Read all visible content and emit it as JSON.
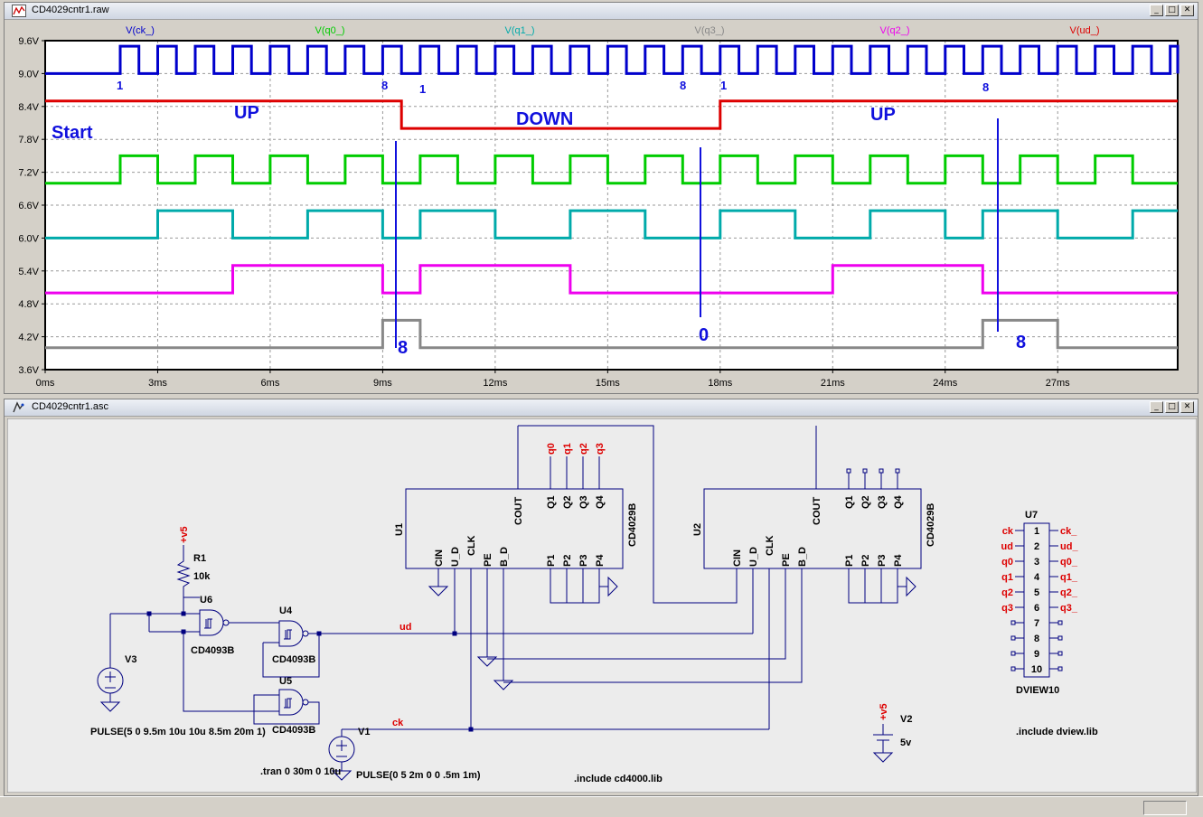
{
  "waveform_window": {
    "title": "CD4029cntr1.raw",
    "buttons": {
      "minimize": "_",
      "maximize": "□",
      "close": "✕"
    },
    "traces": [
      {
        "label": "V(ck_)",
        "color": "#0000cc"
      },
      {
        "label": "V(q0_)",
        "color": "#00cc00"
      },
      {
        "label": "V(q1_)",
        "color": "#00aaaa"
      },
      {
        "label": "V(q3_)",
        "color": "#888888"
      },
      {
        "label": "V(q2_)",
        "color": "#ee00ee"
      },
      {
        "label": "V(ud_)",
        "color": "#dd0000"
      }
    ],
    "y_ticks": [
      "9.6V",
      "9.0V",
      "8.4V",
      "7.8V",
      "7.2V",
      "6.6V",
      "6.0V",
      "5.4V",
      "4.8V",
      "4.2V",
      "3.6V"
    ],
    "x_ticks": [
      "0ms",
      "3ms",
      "6ms",
      "9ms",
      "12ms",
      "15ms",
      "18ms",
      "21ms",
      "24ms",
      "27ms"
    ],
    "annotations": {
      "start": "Start",
      "up1": "UP",
      "down": "DOWN",
      "up2": "UP",
      "count_8a": "8",
      "count_0": "0",
      "count_8b": "8",
      "clk_1a": "1",
      "clk_8a": "8",
      "clk_1b": "1",
      "clk_8b": "8",
      "clk_1c": "1",
      "clk_8c": "8"
    }
  },
  "chart_data": {
    "type": "line",
    "xlabel": "",
    "ylabel": "",
    "x_unit": "ms",
    "xlim": [
      0,
      30.2
    ],
    "ylim": [
      3.6,
      9.6
    ],
    "grid": true,
    "series": [
      {
        "name": "V(ck_)",
        "color": "#0000cc",
        "low": 9.0,
        "high": 9.5,
        "pulse": {
          "delay_ms": 2,
          "width_ms": 0.5,
          "period_ms": 1
        }
      },
      {
        "name": "V(ud_)",
        "color": "#dd0000",
        "low": 8.0,
        "high": 8.5,
        "transitions_ms": [
          [
            0,
            8.5
          ],
          [
            9.5,
            8.0
          ],
          [
            18.0,
            8.5
          ]
        ]
      },
      {
        "name": "V(q0_)",
        "color": "#00cc00",
        "low": 7.0,
        "high": 7.5,
        "transitions_ms": [
          [
            0,
            7.0
          ],
          [
            2,
            7.5
          ],
          [
            3,
            7.0
          ],
          [
            4,
            7.5
          ],
          [
            5,
            7.0
          ],
          [
            6,
            7.5
          ],
          [
            7,
            7.0
          ],
          [
            8,
            7.5
          ],
          [
            9,
            7.0
          ],
          [
            10,
            7.5
          ],
          [
            11,
            7.0
          ],
          [
            12,
            7.5
          ],
          [
            13,
            7.0
          ],
          [
            14,
            7.5
          ],
          [
            15,
            7.0
          ],
          [
            16,
            7.5
          ],
          [
            17,
            7.0
          ],
          [
            18,
            7.5
          ],
          [
            19,
            7.0
          ],
          [
            20,
            7.5
          ],
          [
            21,
            7.0
          ],
          [
            22,
            7.5
          ],
          [
            23,
            7.0
          ],
          [
            24,
            7.5
          ],
          [
            25,
            7.0
          ],
          [
            26,
            7.5
          ],
          [
            27,
            7.0
          ],
          [
            28,
            7.5
          ],
          [
            29,
            7.0
          ]
        ]
      },
      {
        "name": "V(q1_)",
        "color": "#00aaaa",
        "low": 6.0,
        "high": 6.5,
        "transitions_ms": [
          [
            0,
            6.0
          ],
          [
            3,
            6.5
          ],
          [
            5,
            6.0
          ],
          [
            7,
            6.5
          ],
          [
            9,
            6.0
          ],
          [
            10,
            6.5
          ],
          [
            12,
            6.0
          ],
          [
            14,
            6.5
          ],
          [
            16,
            6.0
          ],
          [
            18,
            6.5
          ],
          [
            20,
            6.0
          ],
          [
            22,
            6.5
          ],
          [
            24,
            6.0
          ],
          [
            25,
            6.5
          ],
          [
            27,
            6.0
          ],
          [
            29,
            6.5
          ]
        ]
      },
      {
        "name": "V(q2_)",
        "color": "#ee00ee",
        "low": 5.0,
        "high": 5.5,
        "transitions_ms": [
          [
            0,
            5.0
          ],
          [
            5,
            5.5
          ],
          [
            9,
            5.0
          ],
          [
            10,
            5.5
          ],
          [
            14,
            5.0
          ],
          [
            21,
            5.5
          ],
          [
            25,
            5.0
          ]
        ]
      },
      {
        "name": "V(q3_)",
        "color": "#888888",
        "low": 4.0,
        "high": 4.5,
        "transitions_ms": [
          [
            0,
            4.0
          ],
          [
            9,
            4.5
          ],
          [
            10,
            4.0
          ],
          [
            25,
            4.5
          ],
          [
            27,
            4.0
          ]
        ]
      }
    ]
  },
  "schematic_window": {
    "title": "CD4029cntr1.asc",
    "buttons": {
      "minimize": "_",
      "maximize": "□",
      "close": "✕"
    },
    "components": {
      "u1": {
        "ref": "U1",
        "part": "CD4029B",
        "outputs": [
          "COUT",
          "Q1",
          "Q2",
          "Q3",
          "Q4"
        ],
        "inputs": [
          "CIN",
          "U_D",
          "CLK",
          "PE",
          "B_D",
          "P1",
          "P2",
          "P3",
          "P4"
        ]
      },
      "u2": {
        "ref": "U2",
        "part": "CD4029B",
        "outputs": [
          "COUT",
          "Q1",
          "Q2",
          "Q3",
          "Q4"
        ],
        "inputs": [
          "CIN",
          "U_D",
          "CLK",
          "PE",
          "B_D",
          "P1",
          "P2",
          "P3",
          "P4"
        ]
      },
      "u4": {
        "ref": "U4",
        "part": "CD4093B"
      },
      "u5": {
        "ref": "U5",
        "part": "CD4093B"
      },
      "u6": {
        "ref": "U6",
        "part": "CD4093B"
      },
      "u7": {
        "ref": "U7",
        "part": "DVIEW10",
        "pins": [
          "1",
          "2",
          "3",
          "4",
          "5",
          "6",
          "7",
          "8",
          "9",
          "10"
        ],
        "left_labels": [
          "ck",
          "ud",
          "q0",
          "q1",
          "q2",
          "q3"
        ],
        "right_labels": [
          "ck_",
          "ud_",
          "q0_",
          "q1_",
          "q2_",
          "q3_"
        ]
      },
      "r1": {
        "ref": "R1",
        "value": "10k"
      },
      "v1": {
        "ref": "V1",
        "value": "PULSE(0 5 2m 0 0 .5m 1m)"
      },
      "v2": {
        "ref": "V2",
        "value": "5v"
      },
      "v3": {
        "ref": "V3",
        "value": "PULSE(5 0 9.5m 10u 10u 8.5m 20m 1)"
      }
    },
    "net_labels": {
      "q0": "q0",
      "q1": "q1",
      "q2": "q2",
      "q3": "q3",
      "ud": "ud",
      "ck": "ck",
      "vplus1": "+v5",
      "vplus2": "+v5"
    },
    "directives": {
      "tran": ".tran 0 30m 0 10u",
      "include_cd4000": ".include cd4000.lib",
      "include_dview": ".include dview.lib"
    }
  }
}
